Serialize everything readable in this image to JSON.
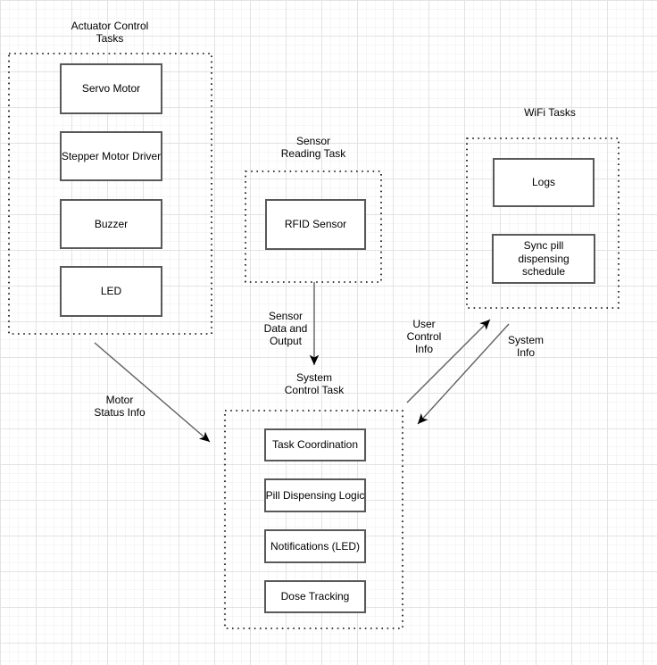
{
  "colors": {
    "group_outline": "#000000",
    "node_border": "#595959",
    "node_fill": "#ffffff",
    "arrow_line": "#616161",
    "arrow_head": "#000000",
    "text": "#000000",
    "grid_major": "#e3e3e3",
    "grid_minor": "#f6f6f6"
  },
  "groups": {
    "actuator": {
      "title": "Actuator Control\nTasks"
    },
    "sensor": {
      "title": "Sensor\nReading Task"
    },
    "wifi": {
      "title": "WiFi Tasks"
    },
    "system": {
      "title": "System\nControl Task"
    }
  },
  "nodes": {
    "servo": "Servo Motor",
    "stepper": "Stepper Motor Driver",
    "buzzer": "Buzzer",
    "led": "LED",
    "rfid": "RFID Sensor",
    "logs": "Logs",
    "sync": "Sync pill dispensing schedule",
    "task_coordination": "Task Coordination",
    "pill_dispensing_logic": "Pill Dispensing Logic",
    "notifications_led": "Notifications (LED)",
    "dose_tracking": "Dose Tracking"
  },
  "edge_labels": {
    "motor_status": "Motor\nStatus Info",
    "sensor_data": "Sensor\nData and\nOutput",
    "user_control": "User\nControl\nInfo",
    "system_info": "System\nInfo"
  }
}
